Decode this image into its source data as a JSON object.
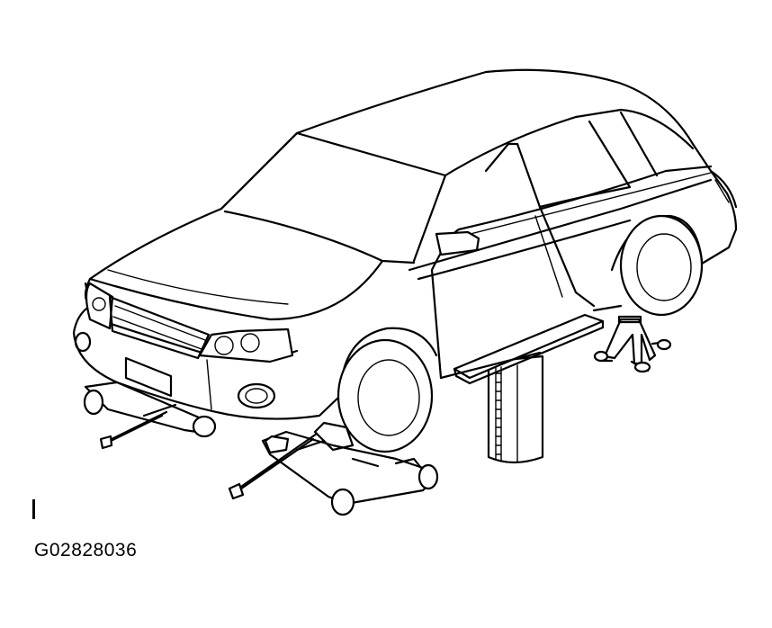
{
  "figure": {
    "id_label": "G02828036"
  },
  "components": {
    "vehicle": "suv-wagon",
    "front_equipment": "floor-jack",
    "side_equipment": "floor-jack",
    "center_equipment": "lift-post",
    "rear_equipment": "jack-stand"
  }
}
